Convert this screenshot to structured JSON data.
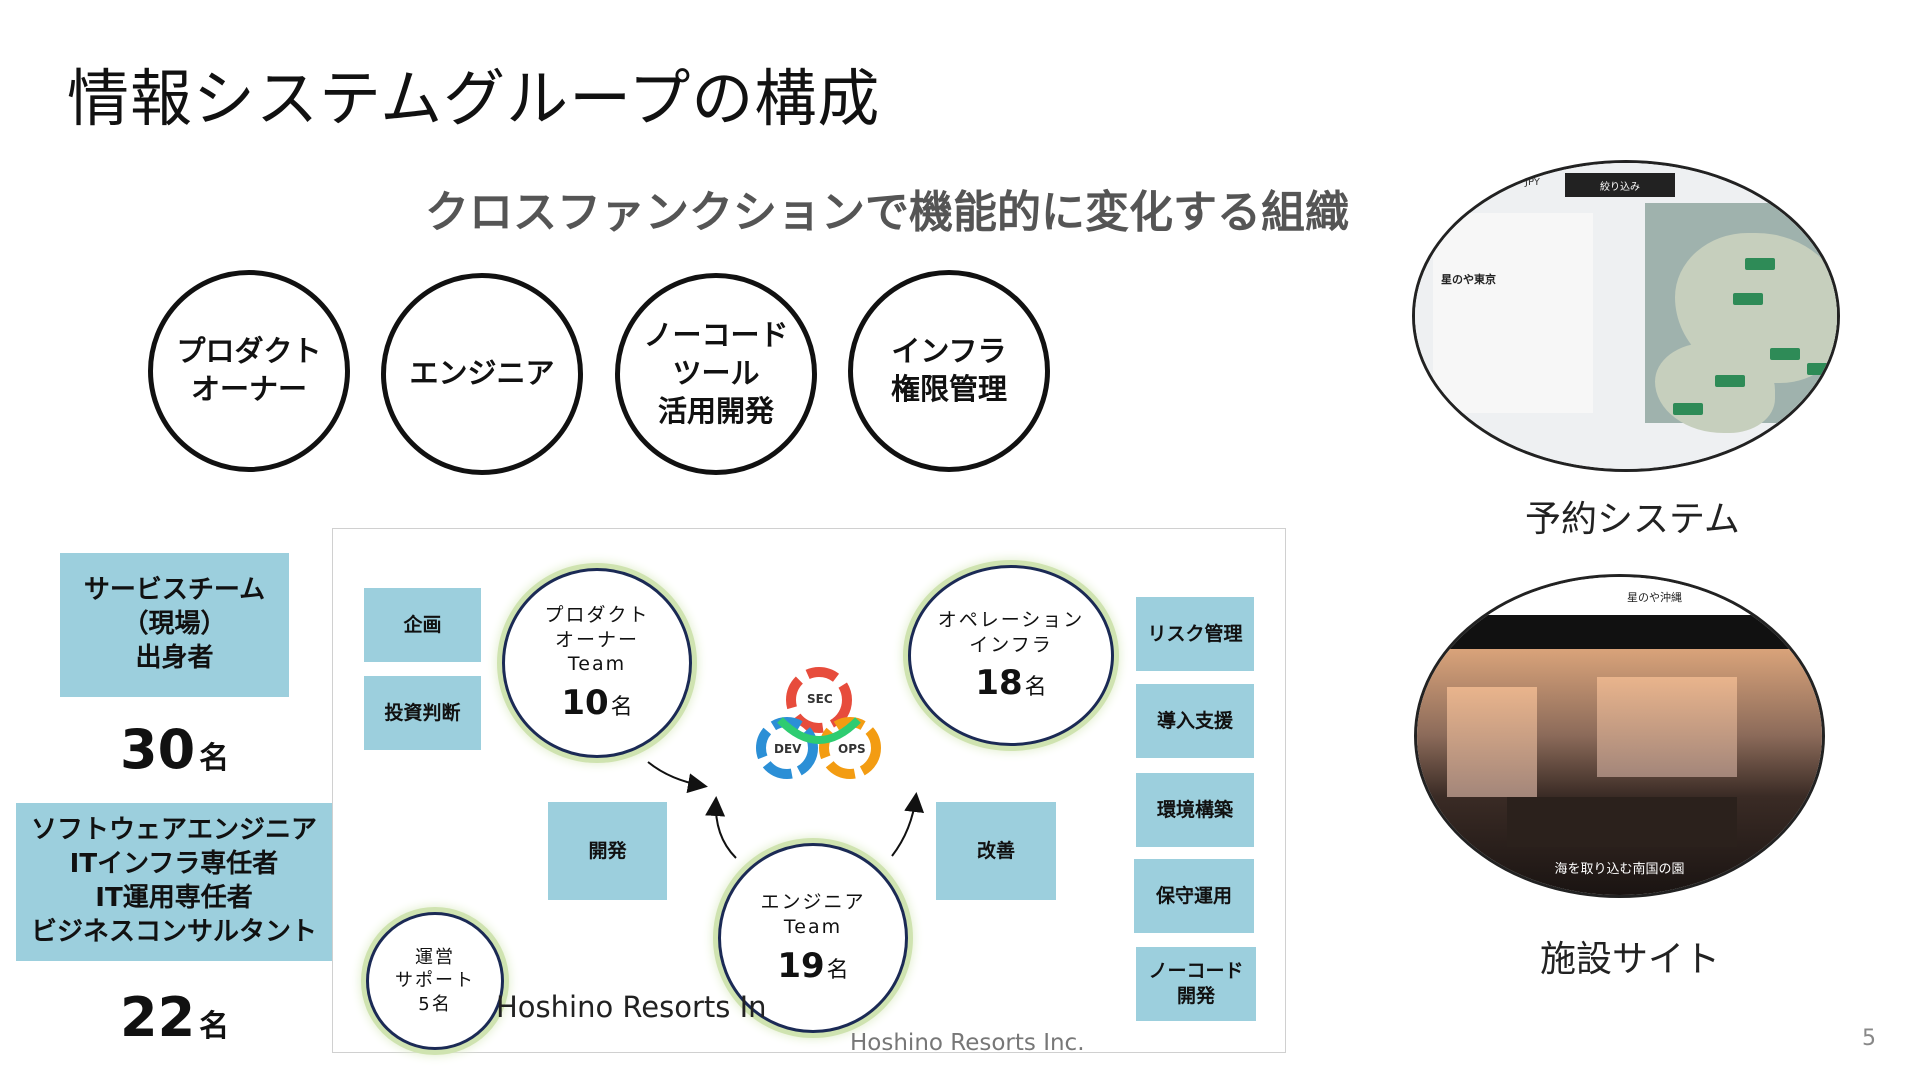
{
  "title": "情報システムグループの構成",
  "subtitle": "クロスファンクションで機能的に変化する組織",
  "roles": [
    {
      "label": "プロダクト\nオーナー"
    },
    {
      "label": "エンジニア"
    },
    {
      "label": "ノーコード\nツール\n活用開発"
    },
    {
      "label": "インフラ\n権限管理"
    }
  ],
  "left": {
    "group1": {
      "label": "サービスチーム\n（現場）\n出身者",
      "count": "30",
      "unit": "名"
    },
    "group2": {
      "label": "ソフトウェアエンジニア\nITインフラ専任者\nIT運用専任者\nビジネスコンサルタント",
      "count": "22",
      "unit": "名"
    }
  },
  "diagram": {
    "boxes": {
      "kikaku": "企画",
      "toushi": "投資判断",
      "kaihatsu": "開発",
      "kaizen": "改善",
      "risk": "リスク管理",
      "dounyu": "導入支援",
      "kankyo": "環境構築",
      "hoshu": "保守運用",
      "nocode": "ノーコード\n開発"
    },
    "teams": {
      "po": {
        "name": "プロダクト\nオーナー\nTeam",
        "count": "10",
        "unit": "名"
      },
      "ops": {
        "name": "オペレーション\nインフラ",
        "count": "18",
        "unit": "名"
      },
      "eng": {
        "name": "エンジニア\nTeam",
        "count": "19",
        "unit": "名"
      },
      "support": {
        "name": "運営\nサポート\n5名"
      }
    },
    "devsecops": {
      "sec": "SEC",
      "dev": "DEV",
      "ops": "OPS"
    },
    "watermark": "Hoshino Resorts In"
  },
  "footer": "Hoshino Resorts Inc.",
  "page_number": "5",
  "screens": {
    "booking": {
      "caption": "予約システム",
      "currency": "JPY",
      "filter": "絞り込み",
      "hotel": "星のや東京"
    },
    "facility": {
      "caption": "施設サイト",
      "brand": "星のや沖縄",
      "tagline": "海を取り込む南国の園"
    }
  },
  "colors": {
    "box": "#9ccfdd",
    "team_border": "#1b2a55",
    "team_glow": "#cfe3b0"
  }
}
